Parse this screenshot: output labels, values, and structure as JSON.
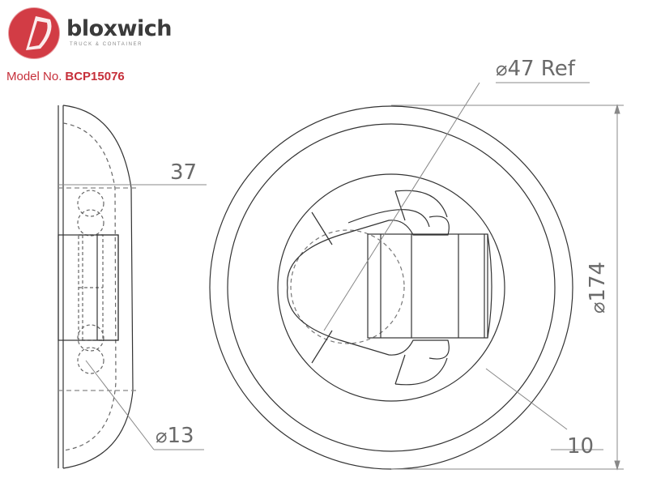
{
  "brand": {
    "name": "bloxwich",
    "tagline": "TRUCK & CONTAINER",
    "accent": "#c62f3a"
  },
  "model": {
    "label": "Model No.",
    "number": "BCP15076"
  },
  "dimensions": {
    "symbol": "⌀",
    "ref_diameter": "47 Ref",
    "outer_diameter": "174",
    "height": "37",
    "hole_diameter": "13",
    "thickness": "10"
  }
}
